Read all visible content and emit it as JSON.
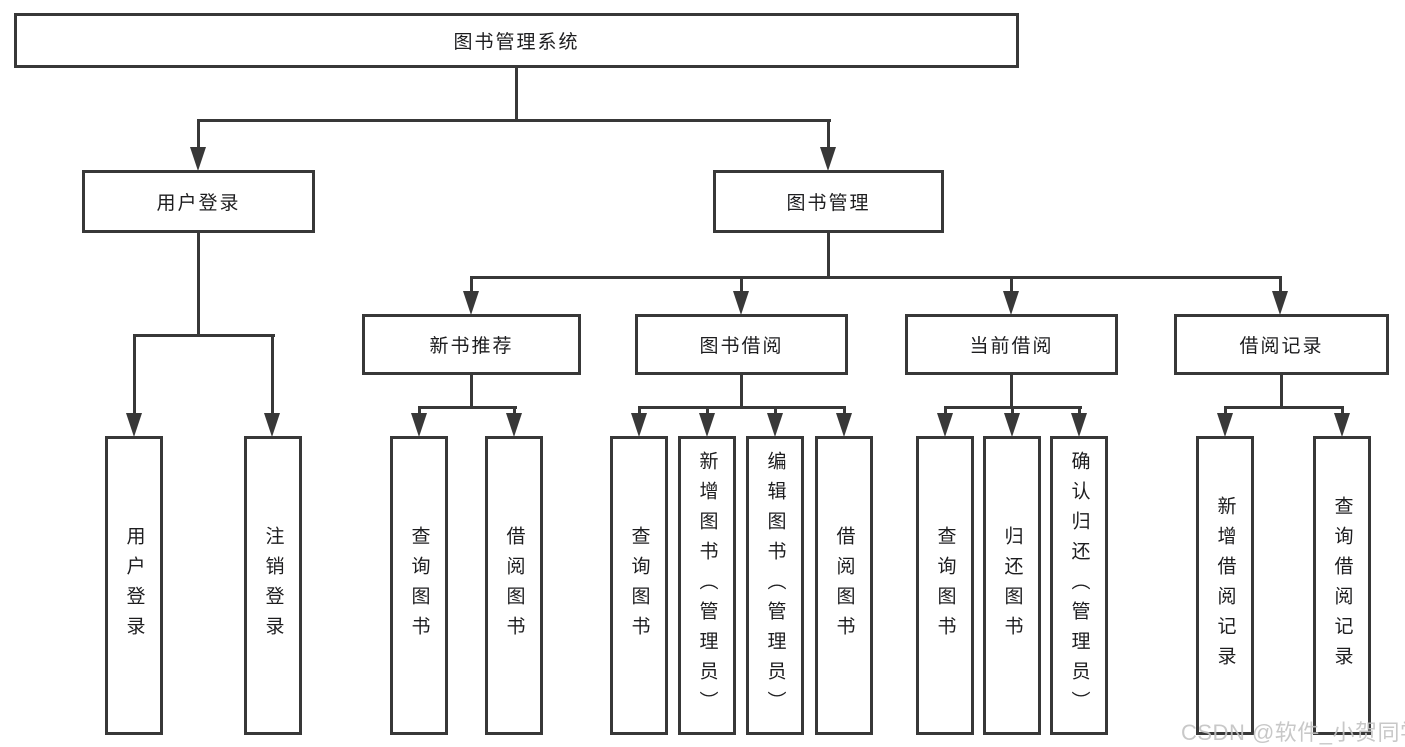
{
  "diagram": {
    "root": {
      "label": "图书管理系统"
    },
    "level2": {
      "user_login": {
        "label": "用户登录"
      },
      "book_management": {
        "label": "图书管理"
      }
    },
    "level3": {
      "new_book_recommend": {
        "label": "新书推荐"
      },
      "book_borrowing": {
        "label": "图书借阅"
      },
      "current_borrowing": {
        "label": "当前借阅"
      },
      "borrow_records": {
        "label": "借阅记录"
      }
    },
    "leaves": {
      "ul_user_login": {
        "label": "用户登录"
      },
      "ul_logout": {
        "label": "注销登录"
      },
      "nb_query_books": {
        "label": "查询图书"
      },
      "nb_borrow_books": {
        "label": "借阅图书"
      },
      "bb_query_books": {
        "label": "查询图书"
      },
      "bb_add_books": {
        "label": "新增图书（管理员）"
      },
      "bb_edit_books": {
        "label": "编辑图书（管理员）"
      },
      "bb_borrow_books": {
        "label": "借阅图书"
      },
      "cb_query_books": {
        "label": "查询图书"
      },
      "cb_return_books": {
        "label": "归还图书"
      },
      "cb_confirm_return": {
        "label": "确认归还（管理员）"
      },
      "br_add_record": {
        "label": "新增借阅记录"
      },
      "br_query_record": {
        "label": "查询借阅记录"
      }
    },
    "watermark": "CSDN @软件_小贺同学",
    "colors": {
      "line": "#383838",
      "box_border": "#383838",
      "text": "#1d1d1f",
      "background": "#ffffff",
      "watermark": "#c3c3c3"
    }
  }
}
